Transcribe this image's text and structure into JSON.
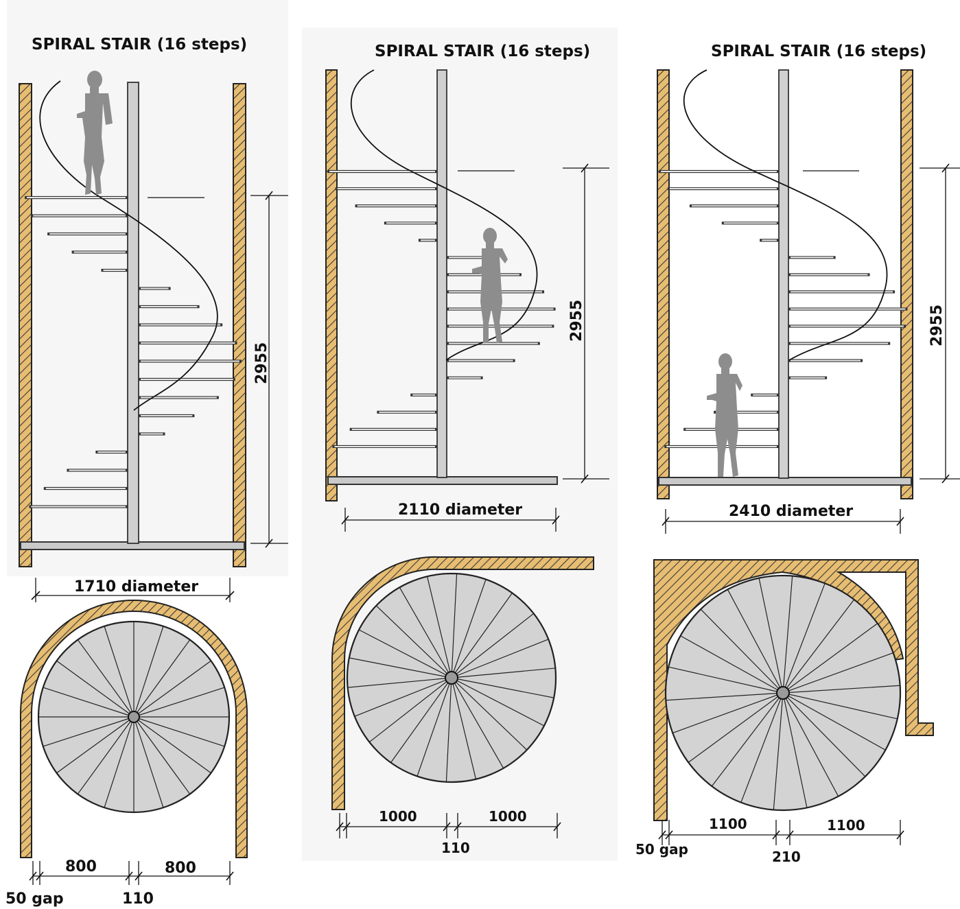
{
  "panels": [
    {
      "title": "SPIRAL STAIR (16 steps)",
      "height_label": "2955",
      "diameter_label": "1710 diameter",
      "left_dim": "800",
      "right_dim": "800",
      "gap_label": "50 gap",
      "column_label": "110"
    },
    {
      "title": "SPIRAL STAIR (16 steps)",
      "height_label": "2955",
      "diameter_label": "2110 diameter",
      "left_dim": "1000",
      "right_dim": "1000",
      "column_label": "110"
    },
    {
      "title": "SPIRAL STAIR (16 steps)",
      "height_label": "2955",
      "diameter_label": "2410 diameter",
      "left_dim": "1100",
      "right_dim": "1100",
      "gap_label": "50 gap",
      "column_label": "210"
    }
  ],
  "colors": {
    "wall": "#e7bd72",
    "tread": "#d3d3d3",
    "figure": "#8d8d8d"
  }
}
